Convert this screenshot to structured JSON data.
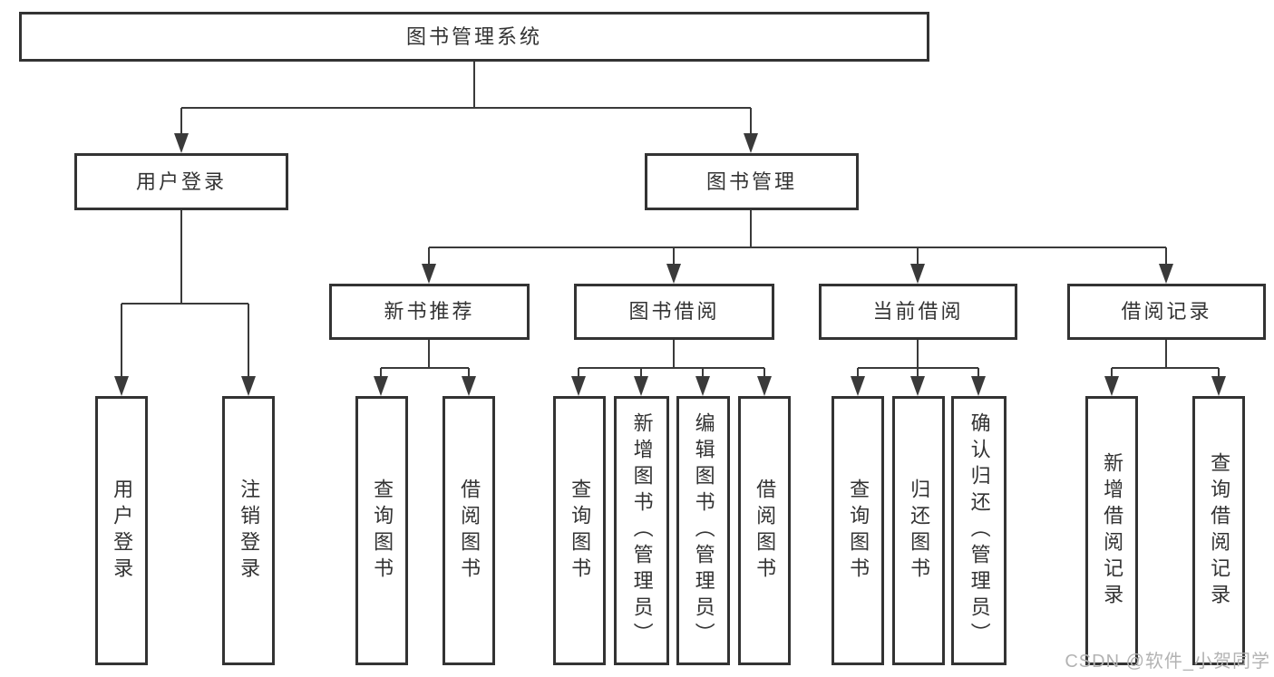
{
  "diagram": {
    "root": {
      "label": "图书管理系统",
      "children": [
        {
          "label": "用户登录",
          "children": [
            {
              "label": "用户登录"
            },
            {
              "label": "注销登录"
            }
          ]
        },
        {
          "label": "图书管理",
          "children": [
            {
              "label": "新书推荐",
              "children": [
                {
                  "label": "查询图书"
                },
                {
                  "label": "借阅图书"
                }
              ]
            },
            {
              "label": "图书借阅",
              "children": [
                {
                  "label": "查询图书"
                },
                {
                  "label": "新增图书（管理员）"
                },
                {
                  "label": "编辑图书（管理员）"
                },
                {
                  "label": "借阅图书"
                }
              ]
            },
            {
              "label": "当前借阅",
              "children": [
                {
                  "label": "查询图书"
                },
                {
                  "label": "归还图书"
                },
                {
                  "label": "确认归还（管理员）"
                }
              ]
            },
            {
              "label": "借阅记录",
              "children": [
                {
                  "label": "新增借阅记录"
                },
                {
                  "label": "查询借阅记录"
                }
              ]
            }
          ]
        }
      ]
    },
    "watermark": "CSDN @软件_小贺同学",
    "colors": {
      "line": "#3a3a3a",
      "border": "#333333",
      "text": "#333333",
      "watermark": "#b3b3b3",
      "background": "#ffffff"
    }
  }
}
